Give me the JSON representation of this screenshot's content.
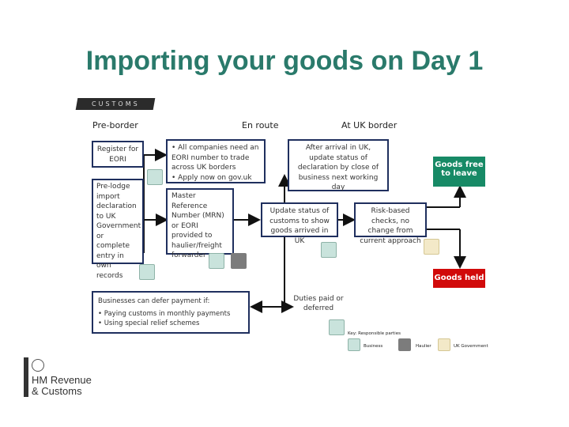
{
  "slide": {
    "title": "Importing your goods on Day 1",
    "band_label": "CUSTOMS"
  },
  "columns": {
    "pre_border": "Pre-border",
    "en_route": "En route",
    "at_border": "At UK border"
  },
  "boxes": {
    "register_eori": "Register for EORI",
    "pre_lodge": "Pre-lodge import declaration to UK Government or complete entry in own records",
    "eori_bullets": [
      "• All companies need an EORI number to trade across UK borders",
      "• Apply now on gov.uk"
    ],
    "mrn": "Master Reference Number (MRN) or EORI provided to haulier/freight forwarder",
    "after_arrival": "After arrival in UK, update status of declaration by close of business next working day",
    "update_status": "Update status of customs to show goods arrived in UK",
    "risk_checks": "Risk-based checks, no change from current approach",
    "goods_free": "Goods free to leave",
    "goods_held": "Goods held",
    "defer_title": "Businesses can defer payment if:",
    "defer_items": [
      "• Paying customs in monthly payments",
      "• Using special relief schemes"
    ],
    "duties": "Duties paid or deferred"
  },
  "key": {
    "title": "Key: Responsible parties",
    "business": "Business",
    "haulier": "Haulier",
    "gov": "UK Government"
  },
  "logo": {
    "line1": "HM Revenue",
    "line2": "& Customs"
  },
  "colors": {
    "title": "#2a7a6b",
    "box_border": "#1f2f5e",
    "held": "#d10a0a",
    "free": "#178a66",
    "arrow": "#111111"
  },
  "icons": {
    "business": "business-building-icon",
    "haulier": "truck-icon",
    "gov": "government-crown-icon",
    "logo": "hmrc-crest-icon"
  }
}
